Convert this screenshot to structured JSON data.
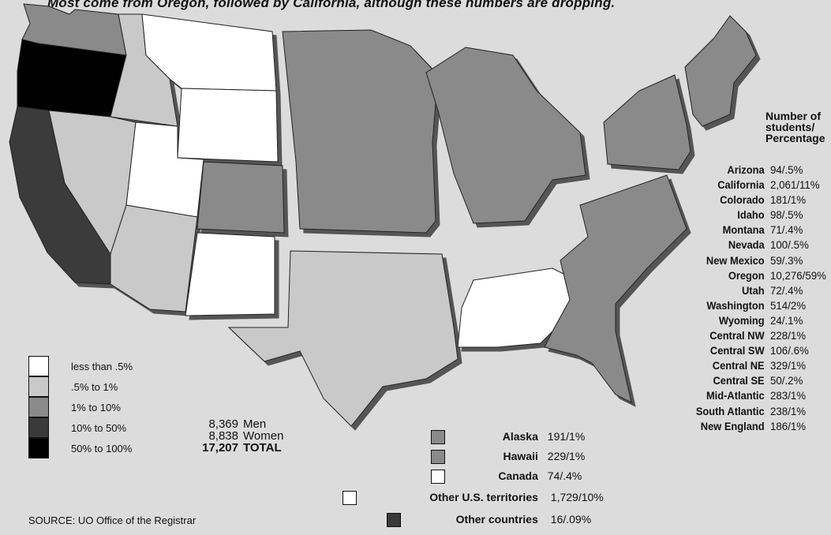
{
  "caption": "Most come from Oregon, followed by California, although these numbers are dropping.",
  "colors": {
    "less_than_0_5": "#ffffff",
    "0_5_to_1": "#c9c9c9",
    "1_to_10": "#8a8a8a",
    "10_to_50": "#3a3a3a",
    "50_to_100": "#000000",
    "background": "#dcdcdc"
  },
  "stats_header": "Number of students/ Percentage",
  "stats": [
    {
      "name": "Arizona",
      "value": "94/.5%"
    },
    {
      "name": "California",
      "value": "2,061/11%"
    },
    {
      "name": "Colorado",
      "value": "181/1%"
    },
    {
      "name": "Idaho",
      "value": "98/.5%"
    },
    {
      "name": "Montana",
      "value": "71/.4%"
    },
    {
      "name": "Nevada",
      "value": "100/.5%"
    },
    {
      "name": "New Mexico",
      "value": "59/.3%"
    },
    {
      "name": "Oregon",
      "value": "10,276/59%"
    },
    {
      "name": "Utah",
      "value": "72/.4%"
    },
    {
      "name": "Washington",
      "value": "514/2%"
    },
    {
      "name": "Wyoming",
      "value": "24/.1%"
    },
    {
      "name": "Central NW",
      "value": "228/1%"
    },
    {
      "name": "Central SW",
      "value": "106/.6%"
    },
    {
      "name": "Central NE",
      "value": "329/1%"
    },
    {
      "name": "Central SE",
      "value": "50/.2%"
    },
    {
      "name": "Mid-Atlantic",
      "value": "283/1%"
    },
    {
      "name": "South Atlantic",
      "value": "238/1%"
    },
    {
      "name": "New England",
      "value": "186/1%"
    }
  ],
  "legend": [
    {
      "label": "less than .5%",
      "color": "#ffffff"
    },
    {
      "label": ".5% to 1%",
      "color": "#c9c9c9"
    },
    {
      "label": "1% to 10%",
      "color": "#8a8a8a"
    },
    {
      "label": "10% to 50%",
      "color": "#3a3a3a"
    },
    {
      "label": "50% to 100%",
      "color": "#000000"
    }
  ],
  "totals": {
    "men_count": "8,369",
    "men_label": "Men",
    "women_count": "8,838",
    "women_label": "Women",
    "total_count": "17,207",
    "total_label": "TOTAL"
  },
  "other": {
    "alaska": {
      "name": "Alaska",
      "value": "191/1%"
    },
    "hawaii": {
      "name": "Hawaii",
      "value": "229/1%"
    },
    "canada": {
      "name": "Canada",
      "value": "74/.4%"
    },
    "territories": {
      "name": "Other U.S. territories",
      "value": "1,729/10%"
    },
    "countries": {
      "name": "Other countries",
      "value": "16/.09%"
    }
  },
  "source": "SOURCE: UO Office of the Registrar"
}
